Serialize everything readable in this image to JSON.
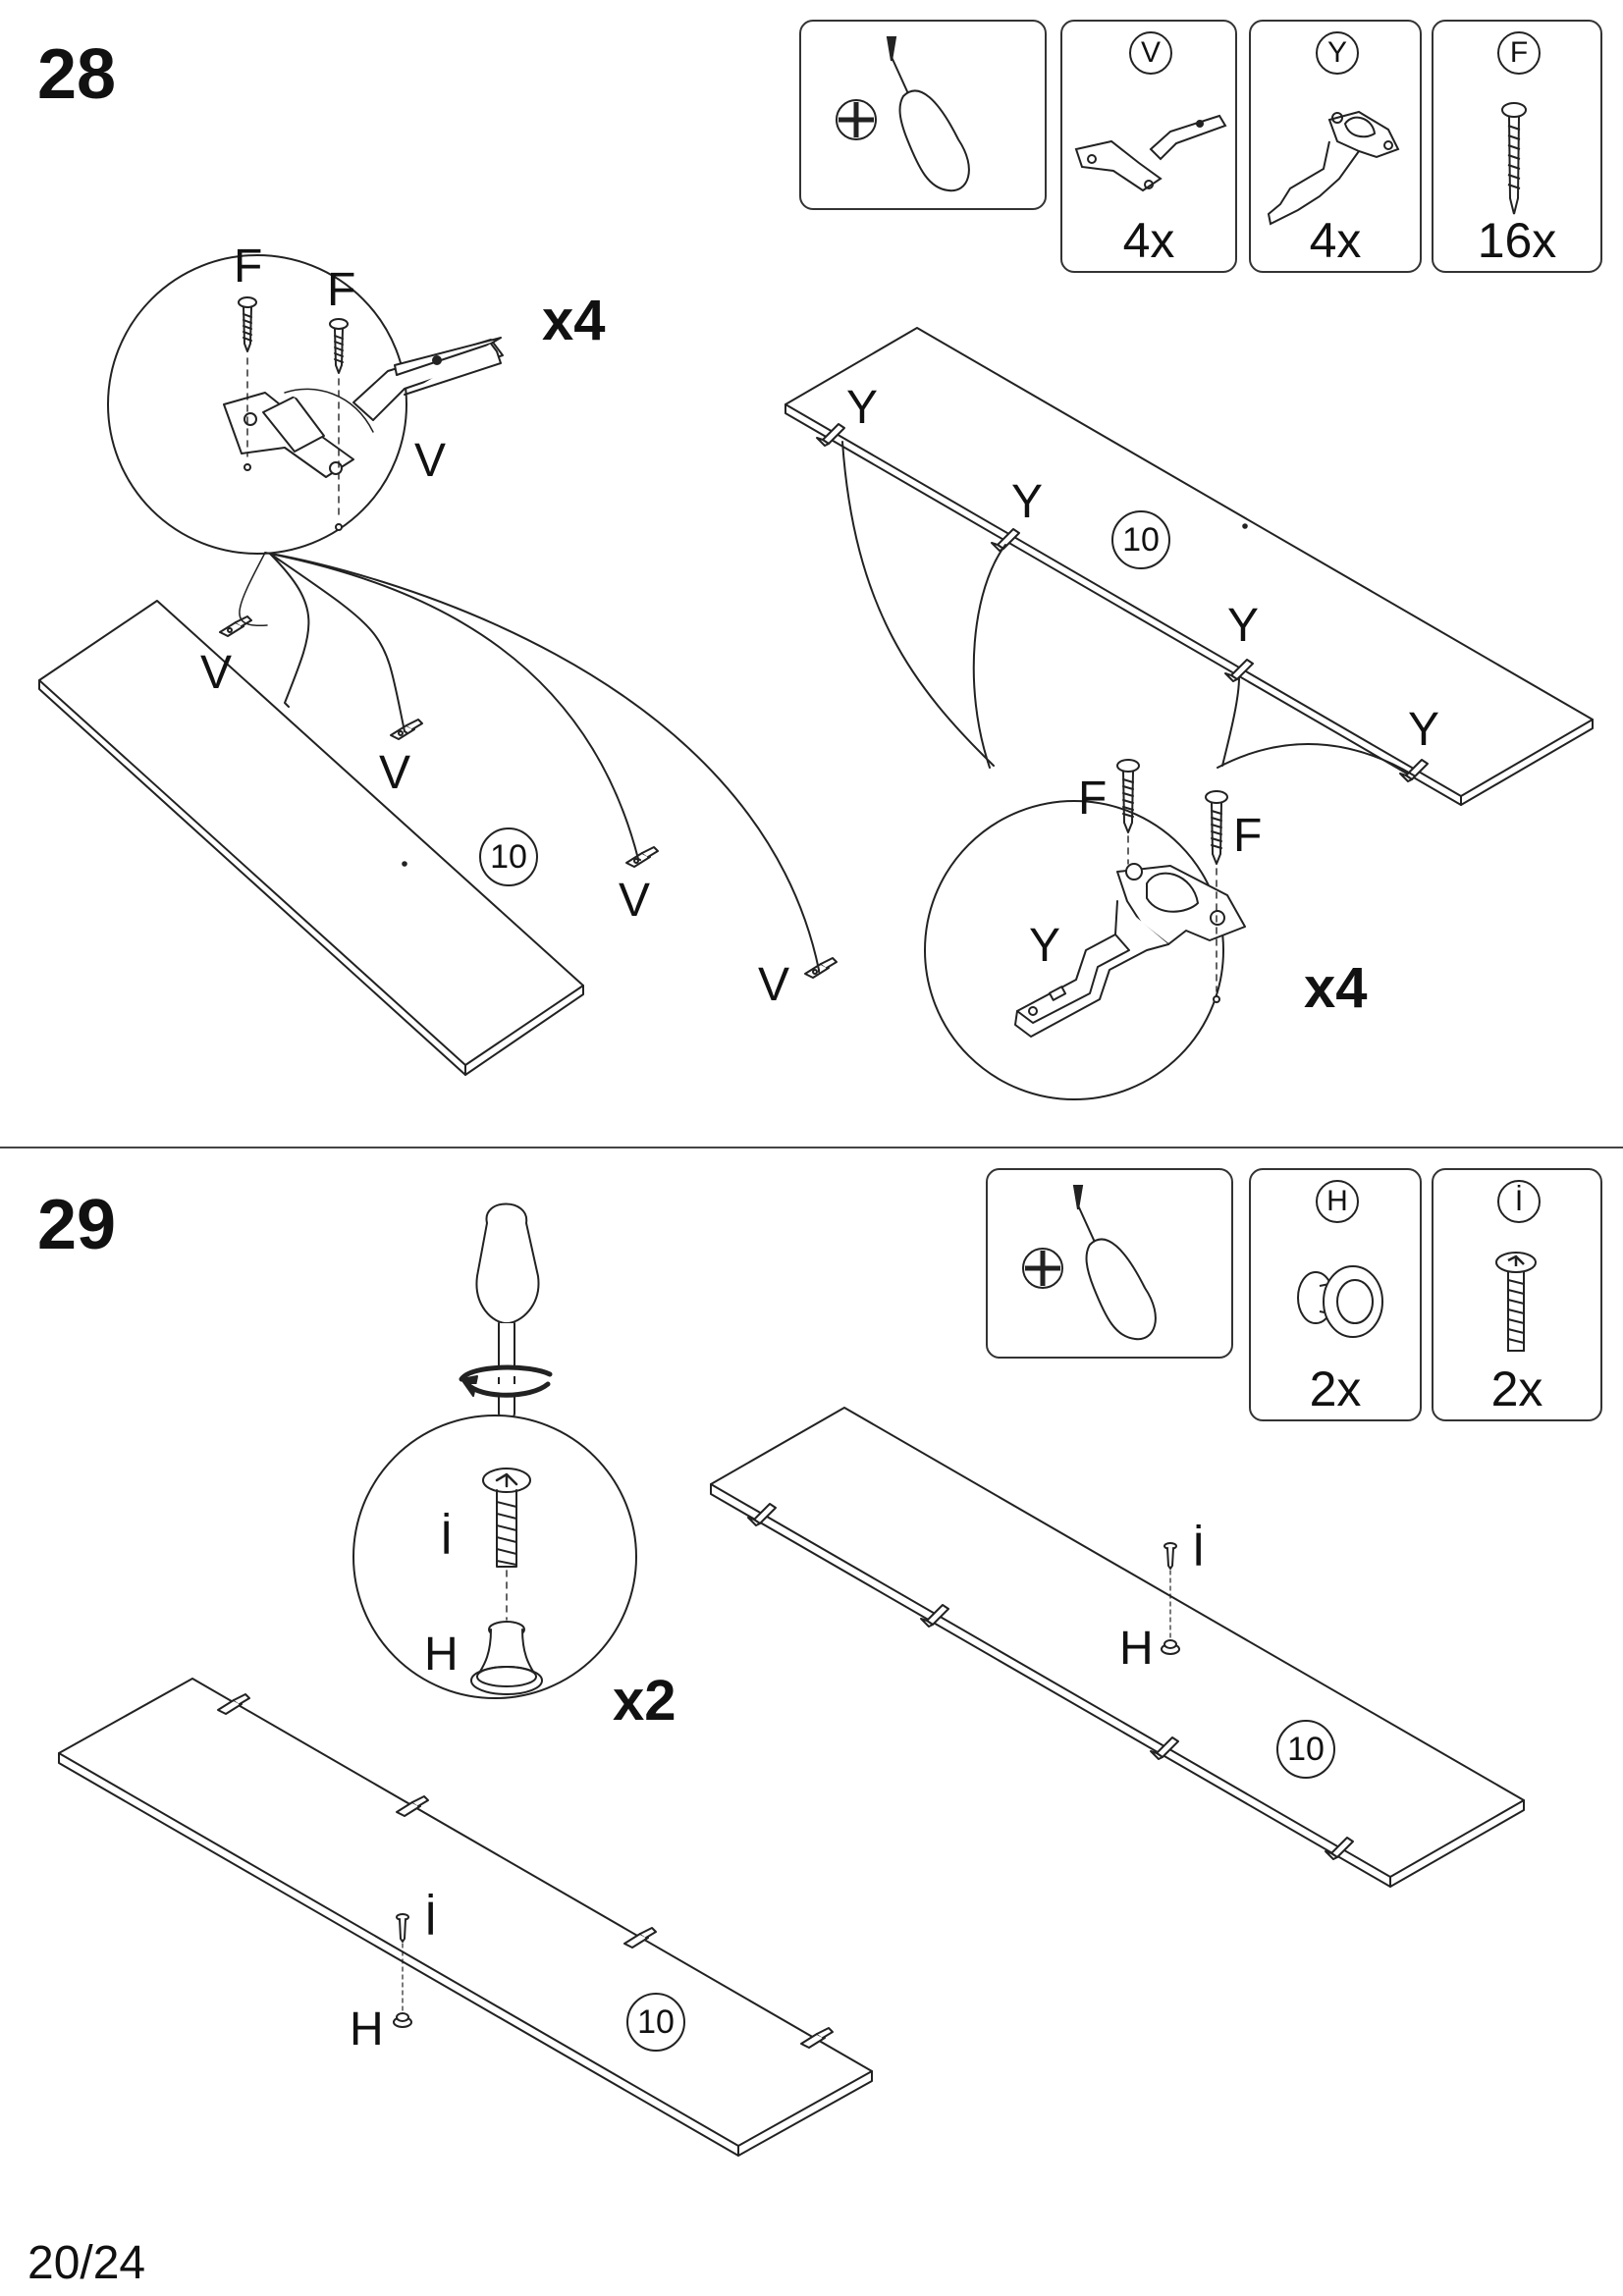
{
  "step_28": {
    "number": "28",
    "parts": [
      {
        "code": "V",
        "qty": "4x"
      },
      {
        "code": "Y",
        "qty": "4x"
      },
      {
        "code": "F",
        "qty": "16x"
      }
    ],
    "left_detail": {
      "screw_labels": [
        "F",
        "F"
      ],
      "hinge_label": "V",
      "multiplier": "x4"
    },
    "left_board": {
      "part": "10",
      "hinge_labels": [
        "V",
        "V",
        "V",
        "V"
      ]
    },
    "right_board": {
      "part": "10",
      "hinge_labels": [
        "Y",
        "Y",
        "Y",
        "Y"
      ]
    },
    "right_detail": {
      "screw_labels": [
        "F",
        "F"
      ],
      "hinge_label": "Y",
      "multiplier": "x4"
    }
  },
  "step_29": {
    "number": "29",
    "parts": [
      {
        "code": "H",
        "qty": "2x"
      },
      {
        "code": "İ",
        "qty": "2x"
      }
    ],
    "detail": {
      "screw_label": "İ",
      "knob_label": "H",
      "multiplier": "x2"
    },
    "left_board": {
      "part": "10",
      "screw_label": "İ",
      "knob_label": "H"
    },
    "right_board": {
      "part": "10",
      "screw_label": "İ",
      "knob_label": "H"
    }
  },
  "page": "20/24",
  "icons": [
    "phillips-screwdriver-icon",
    "hinge-v-icon",
    "hinge-y-icon",
    "screw-f-icon",
    "knob-h-icon",
    "bolt-i-icon"
  ]
}
